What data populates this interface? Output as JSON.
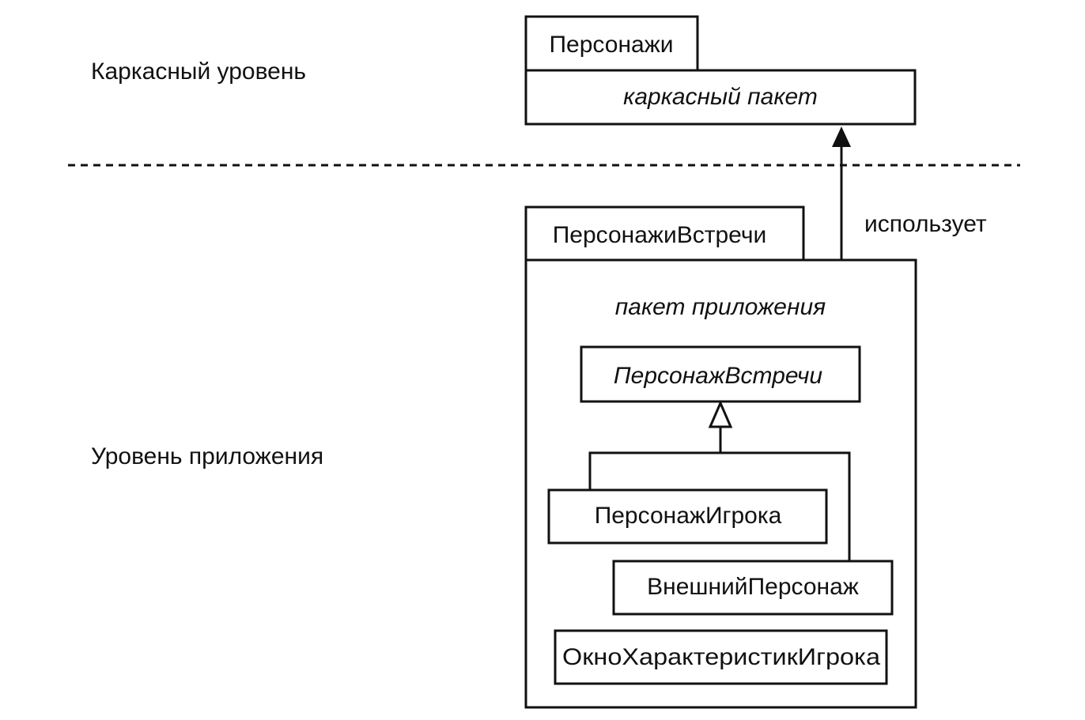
{
  "layers": {
    "framework_label": "Каркасный уровень",
    "application_label": "Уровень приложения"
  },
  "framework_package": {
    "tab_label": "Персонажи",
    "stereotype": "каркасный пакет"
  },
  "application_package": {
    "tab_label": "ПерсонажиВстречи",
    "stereotype": "пакет приложения",
    "abstract_class": "ПерсонажВстречи",
    "classes": {
      "player_character": "ПерсонажИгрока",
      "external_character": "ВнешнийПерсонаж",
      "stats_window": "ОкноХарактеристикИгрока"
    }
  },
  "dependency": {
    "label": "использует"
  }
}
